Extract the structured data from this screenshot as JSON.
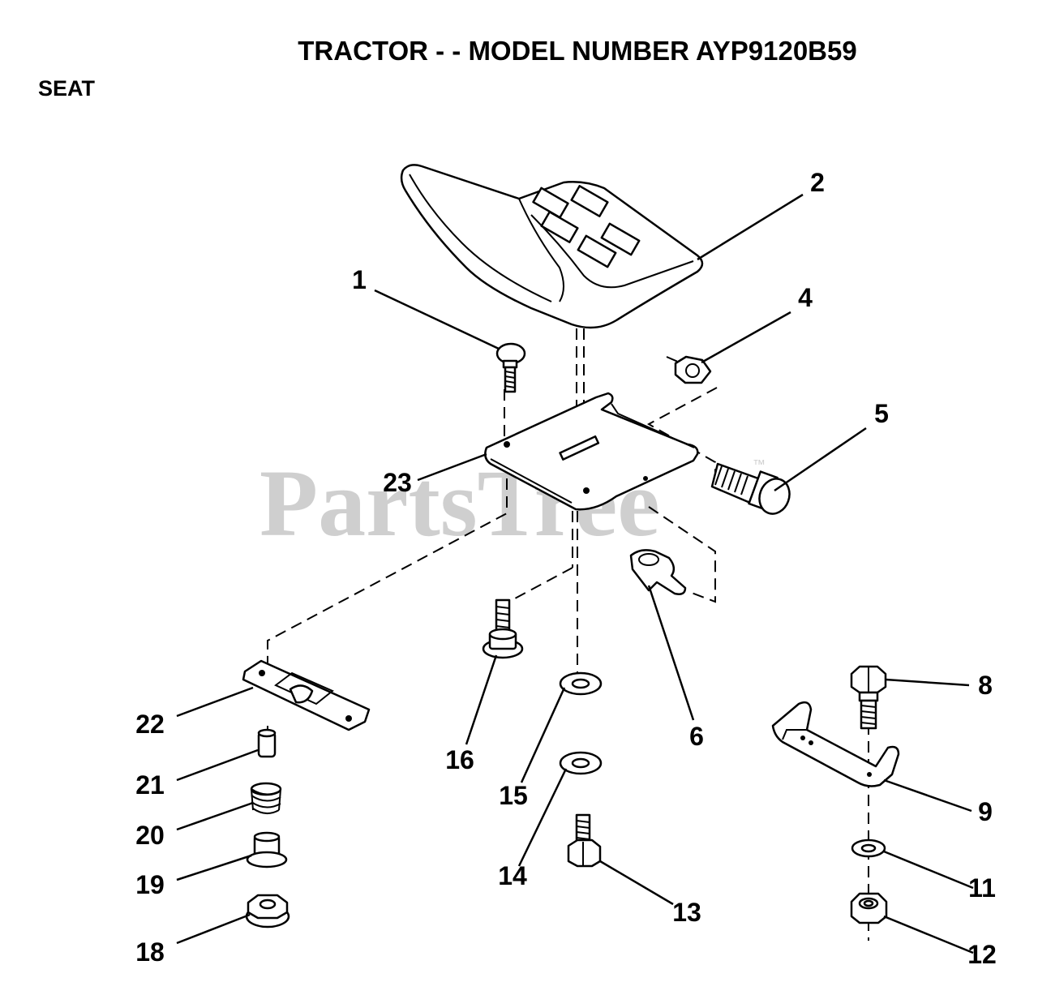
{
  "title": "TRACTOR - - MODEL NUMBER AYP9120B59",
  "section": "SEAT",
  "watermark": "PartsTree",
  "watermark_mark": "™",
  "callouts": {
    "c1": "1",
    "c2": "2",
    "c4": "4",
    "c5": "5",
    "c6": "6",
    "c8": "8",
    "c9": "9",
    "c11": "11",
    "c12": "12",
    "c13": "13",
    "c14": "14",
    "c15": "15",
    "c16": "16",
    "c18": "18",
    "c19": "19",
    "c20": "20",
    "c21": "21",
    "c22": "22",
    "c23": "23"
  }
}
